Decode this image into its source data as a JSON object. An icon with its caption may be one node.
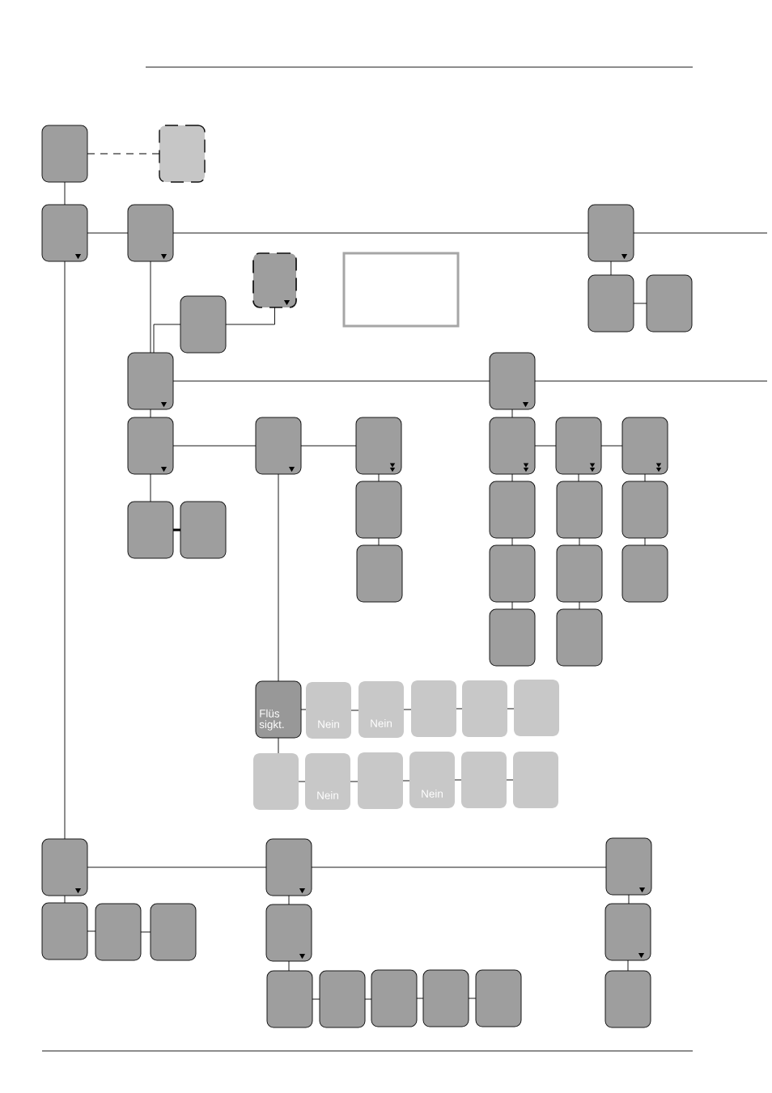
{
  "diagram": {
    "nodes": [
      {
        "text": [],
        "shape": "box"
      },
      {
        "text": [],
        "shape": "box"
      },
      {
        "text": [],
        "shape": "box"
      },
      {
        "text": [],
        "shape": "box"
      },
      {
        "text": [],
        "shape": "box"
      },
      {
        "text": [],
        "shape": "box"
      },
      {
        "text": [],
        "shape": "box"
      },
      {
        "text": [],
        "shape": "box"
      },
      {
        "text": [],
        "shape": "box"
      },
      {
        "text": [],
        "shape": "box"
      },
      {
        "text": [],
        "shape": "box"
      },
      {
        "text": [],
        "shape": "box"
      },
      {
        "text": [],
        "shape": "box"
      },
      {
        "text": [],
        "shape": "box"
      },
      {
        "text": [],
        "shape": "box"
      },
      {
        "text": [],
        "shape": "box"
      },
      {
        "text": [],
        "shape": "box"
      },
      {
        "text": [],
        "shape": "box"
      },
      {
        "text": [],
        "shape": "box"
      },
      {
        "text": [],
        "shape": "box"
      },
      {
        "text": [],
        "shape": "box"
      },
      {
        "text": [],
        "shape": "box"
      },
      {
        "text": [],
        "shape": "box"
      },
      {
        "text": [],
        "shape": "box"
      },
      {
        "text": [],
        "shape": "box"
      },
      {
        "text": [],
        "shape": "box"
      },
      {
        "text": [],
        "shape": "box"
      },
      {
        "text": [],
        "shape": "box"
      },
      {
        "text": [],
        "shape": "box"
      },
      {
        "text": [],
        "shape": "box"
      },
      {
        "text": [
          "Flüs sigkt."
        ]
      },
      {
        "text": [
          "Nein"
        ]
      },
      {
        "text": [
          "Nein"
        ]
      },
      {
        "text": [],
        "shape": "box"
      },
      {
        "text": [],
        "shape": "box"
      },
      {
        "text": [],
        "shape": "box"
      },
      {
        "text": [],
        "shape": "box"
      },
      {
        "text": [
          "Nein"
        ]
      },
      {
        "text": [],
        "shape": "box"
      },
      {
        "text": [
          "Nein"
        ]
      },
      {
        "text": [],
        "shape": "box"
      },
      {
        "text": [],
        "shape": "box"
      },
      {
        "text": [],
        "shape": "box"
      },
      {
        "text": [],
        "shape": "box"
      },
      {
        "text": [],
        "shape": "box"
      },
      {
        "text": [],
        "shape": "box"
      },
      {
        "text": [],
        "shape": "box"
      },
      {
        "text": [],
        "shape": "box"
      },
      {
        "text": [],
        "shape": "box"
      },
      {
        "text": [],
        "shape": "box"
      },
      {
        "text": [],
        "shape": "box"
      },
      {
        "text": [],
        "shape": "box"
      },
      {
        "text": [],
        "shape": "box"
      },
      {
        "text": [],
        "shape": "box"
      },
      {
        "text": [],
        "shape": "box"
      },
      {
        "text": [],
        "shape": "box"
      }
    ],
    "edges": [
      {
        "from": 0,
        "to": 1,
        "arrow": "none",
        "style": "dashed"
      },
      {
        "from": 0,
        "to": 2,
        "arrow": "none"
      },
      {
        "from": 2,
        "to": 3,
        "arrow": "none"
      },
      {
        "from": 3,
        "to": 7,
        "arrow": "none"
      },
      {
        "from": 7,
        "to": null,
        "arrow": "none"
      },
      {
        "from": 7,
        "to": 8,
        "arrow": "none"
      },
      {
        "from": 8,
        "to": 9,
        "arrow": "none"
      },
      {
        "from": 3,
        "to": 6,
        "arrow": "none"
      },
      {
        "from": 6,
        "to": 5,
        "arrow": "none"
      },
      {
        "from": 5,
        "to": 4,
        "arrow": "none"
      },
      {
        "from": 2,
        "to": 42,
        "arrow": "none"
      },
      {
        "from": 6,
        "to": 11,
        "arrow": "none"
      },
      {
        "from": 11,
        "to": null,
        "arrow": "none"
      },
      {
        "from": 6,
        "to": 12,
        "arrow": "none"
      },
      {
        "from": 12,
        "to": 13,
        "arrow": "none"
      },
      {
        "from": 13,
        "to": 14,
        "arrow": "none"
      },
      {
        "from": 12,
        "to": 17,
        "arrow": "none"
      },
      {
        "from": 17,
        "to": 18,
        "arrow": "none",
        "style": "thick"
      },
      {
        "from": 13,
        "to": 30,
        "arrow": "none"
      },
      {
        "from": 14,
        "to": 15,
        "arrow": "none"
      },
      {
        "from": 15,
        "to": 16,
        "arrow": "none"
      },
      {
        "from": 11,
        "to": 19,
        "arrow": "none"
      },
      {
        "from": 19,
        "to": 20,
        "arrow": "none"
      },
      {
        "from": 20,
        "to": 21,
        "arrow": "none"
      },
      {
        "from": 19,
        "to": 22,
        "arrow": "none"
      },
      {
        "from": 22,
        "to": 23,
        "arrow": "none"
      },
      {
        "from": 23,
        "to": 24,
        "arrow": "none"
      },
      {
        "from": 20,
        "to": 25,
        "arrow": "none"
      },
      {
        "from": 25,
        "to": 26,
        "arrow": "none"
      },
      {
        "from": 26,
        "to": 27,
        "arrow": "none"
      },
      {
        "from": 21,
        "to": 28,
        "arrow": "none"
      },
      {
        "from": 28,
        "to": 29,
        "arrow": "none"
      },
      {
        "from": 30,
        "to": 31,
        "arrow": "none"
      },
      {
        "from": 31,
        "to": 32,
        "arrow": "none"
      },
      {
        "from": 32,
        "to": 33,
        "arrow": "none"
      },
      {
        "from": 33,
        "to": 34,
        "arrow": "none"
      },
      {
        "from": 34,
        "to": 35,
        "arrow": "none"
      },
      {
        "from": 30,
        "to": 36,
        "arrow": "none"
      },
      {
        "from": 36,
        "to": 37,
        "arrow": "none"
      },
      {
        "from": 37,
        "to": 38,
        "arrow": "none"
      },
      {
        "from": 38,
        "to": 39,
        "arrow": "none"
      },
      {
        "from": 39,
        "to": 40,
        "arrow": "none"
      },
      {
        "from": 40,
        "to": 41,
        "arrow": "none"
      },
      {
        "from": 42,
        "to": 46,
        "arrow": "none"
      },
      {
        "from": 46,
        "to": 53,
        "arrow": "none"
      },
      {
        "from": 42,
        "to": 43,
        "arrow": "none"
      },
      {
        "from": 43,
        "to": 44,
        "arrow": "none"
      },
      {
        "from": 44,
        "to": 45,
        "arrow": "none"
      },
      {
        "from": 46,
        "to": 47,
        "arrow": "none"
      },
      {
        "from": 47,
        "to": 48,
        "arrow": "none"
      },
      {
        "from": 48,
        "to": 49,
        "arrow": "none"
      },
      {
        "from": 49,
        "to": 50,
        "arrow": "none"
      },
      {
        "from": 50,
        "to": 51,
        "arrow": "none"
      },
      {
        "from": 51,
        "to": 52,
        "arrow": "none"
      },
      {
        "from": 53,
        "to": 54,
        "arrow": "none"
      },
      {
        "from": 54,
        "to": 55,
        "arrow": "none"
      }
    ]
  }
}
